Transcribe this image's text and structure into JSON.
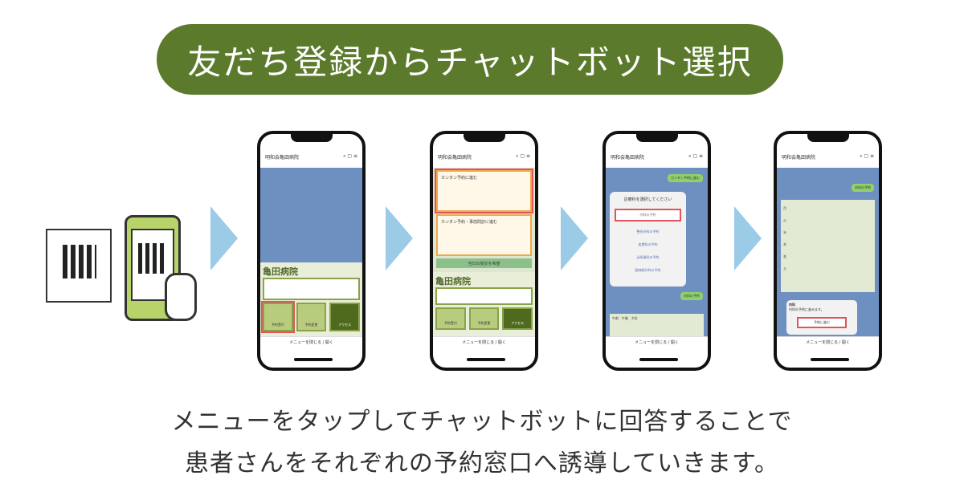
{
  "title": "友だち登録からチャットボット選択",
  "caption": {
    "line1": "メニューをタップしてチャットボットに回答することで",
    "line2": "患者さんをそれぞれの予約窓口へ誘導していきます。"
  },
  "phone": {
    "account": "明和会亀田病院",
    "footer": "メニューを閉じる / 開く",
    "hospital": "亀田病院",
    "menu": [
      "予約受付",
      "予約変更",
      "アクセス"
    ]
  },
  "screen2": {
    "card1": "カンタン予約に進む",
    "card2": "カンタン予約・事前問診に進む",
    "bar": "当日の受診を希望"
  },
  "screen3": {
    "sent": "カンタン予約に進む",
    "prompt": "診療科を選択してください",
    "options": [
      "内科の予約",
      "整形外科の予約",
      "皮膚科の予約",
      "泌尿器科の予約",
      "脳神経外科の予約"
    ],
    "sent2": "内科の予約",
    "table_head": [
      "午前",
      "午後",
      "夕診"
    ]
  },
  "screen4": {
    "sent": "内科の予約",
    "days": [
      "月",
      "火",
      "水",
      "木",
      "金",
      "土"
    ],
    "reply_title": "内科",
    "reply_text": "内科の予約に進みます。",
    "reply_button": "予約に進む"
  },
  "colors": {
    "accent": "#5b7a2b",
    "arrow": "#9ccbe8",
    "highlight": "#e0555a"
  }
}
